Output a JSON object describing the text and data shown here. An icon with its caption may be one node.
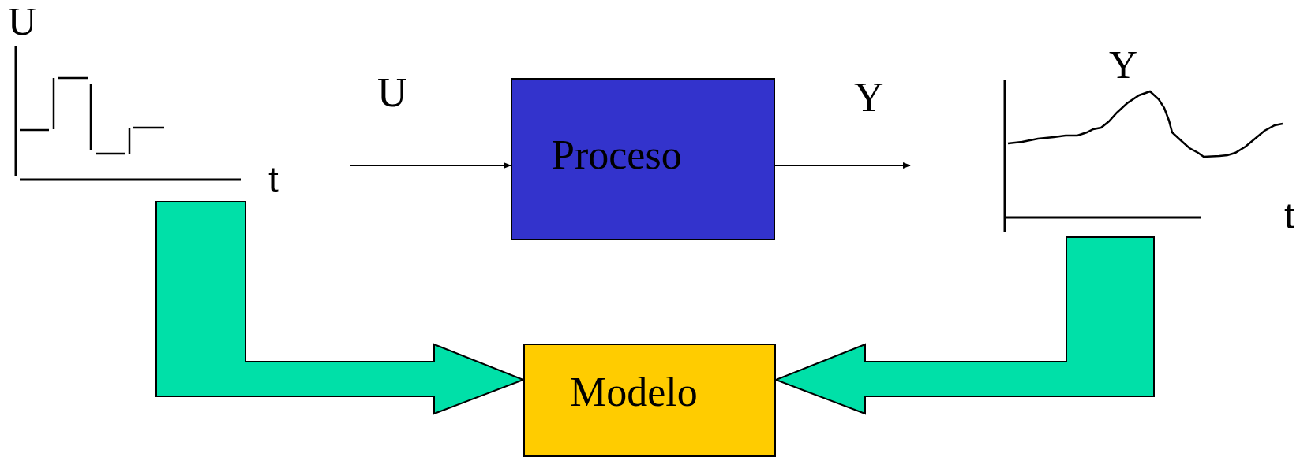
{
  "diagram": {
    "nodes": [
      {
        "text": [
          "U",
          "t"
        ]
      },
      {
        "text": [
          "Proceso"
        ]
      },
      {
        "text": [
          "Y",
          "t"
        ]
      },
      {
        "text": [
          "Modelo"
        ]
      }
    ],
    "edges": [
      {
        "from": null,
        "to": 1,
        "arrow": "to",
        "label": "U"
      },
      {
        "from": 1,
        "to": null,
        "arrow": "to",
        "label": "Y"
      },
      {
        "from": 0,
        "to": 3,
        "arrow": "to",
        "style": "thick",
        "color": "#00e0a8"
      },
      {
        "from": 2,
        "to": 3,
        "arrow": "to",
        "style": "thick",
        "color": "#00e0a8"
      }
    ]
  }
}
